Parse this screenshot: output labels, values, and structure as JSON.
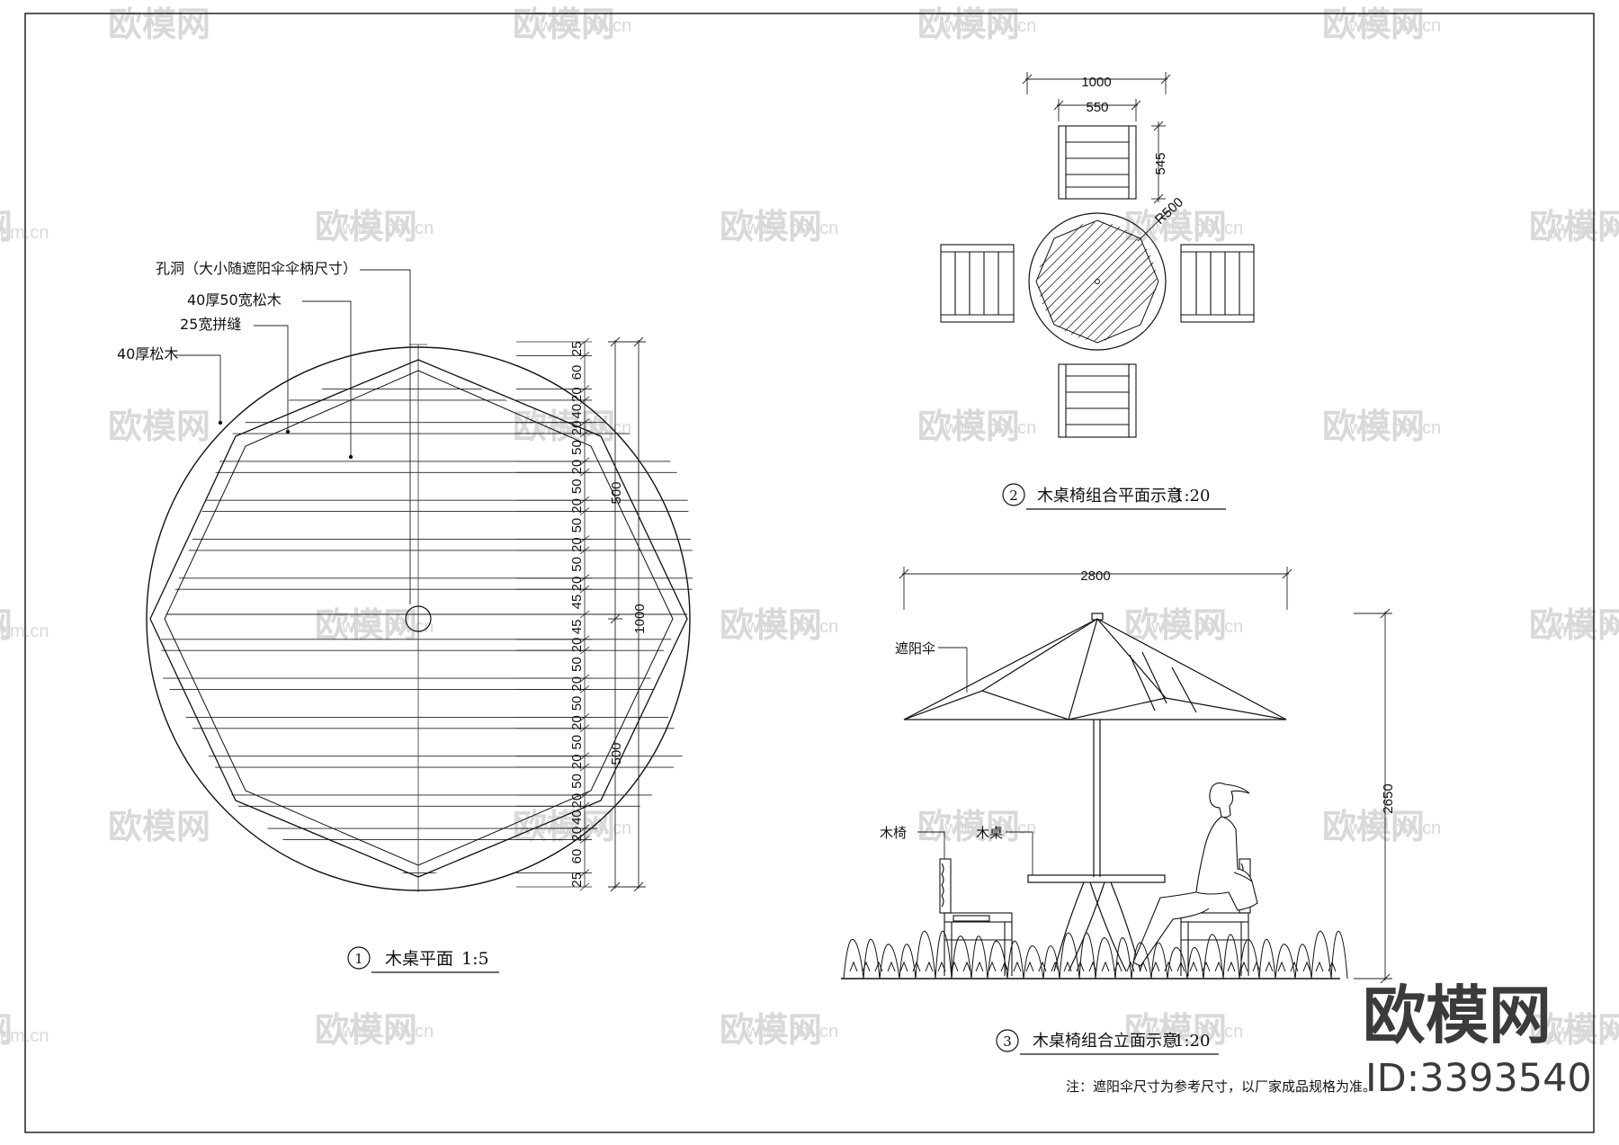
{
  "drawing1": {
    "title": "木桌平面",
    "scale": "1:5",
    "index": "1",
    "labels": {
      "hole": "孔洞（大小随遮阳伞伞柄尺寸）",
      "slat": "40厚50宽松木",
      "gap": "25宽拼缝",
      "border": "40厚松木"
    },
    "dims": {
      "total": "1000",
      "half_top": "500",
      "half_bottom": "500",
      "segments": [
        "25",
        "60",
        "20",
        "40",
        "20",
        "50",
        "20",
        "50",
        "20",
        "50",
        "20",
        "50",
        "20",
        "45",
        "45",
        "20",
        "50",
        "20",
        "50",
        "20",
        "50",
        "20",
        "50",
        "20",
        "40",
        "20",
        "60",
        "25"
      ]
    }
  },
  "drawing2": {
    "title": "木桌椅组合平面示意",
    "scale": "1:20",
    "index": "2",
    "dims": {
      "width": "1000",
      "chair_width": "550",
      "chair_depth": "545",
      "radius": "R500"
    }
  },
  "drawing3": {
    "title": "木桌椅组合立面示意",
    "scale": "1:20",
    "index": "3",
    "labels": {
      "umbrella": "遮阳伞",
      "chair": "木椅",
      "table": "木桌"
    },
    "dims": {
      "span": "2800",
      "height": "2650"
    }
  },
  "note": "注：遮阳伞尺寸为参考尺寸，以厂家成品规格为准。",
  "watermark": {
    "brand": "欧模网",
    "site": "www.om.cn",
    "site_short": "om.cn",
    "id": "ID:3393540"
  }
}
